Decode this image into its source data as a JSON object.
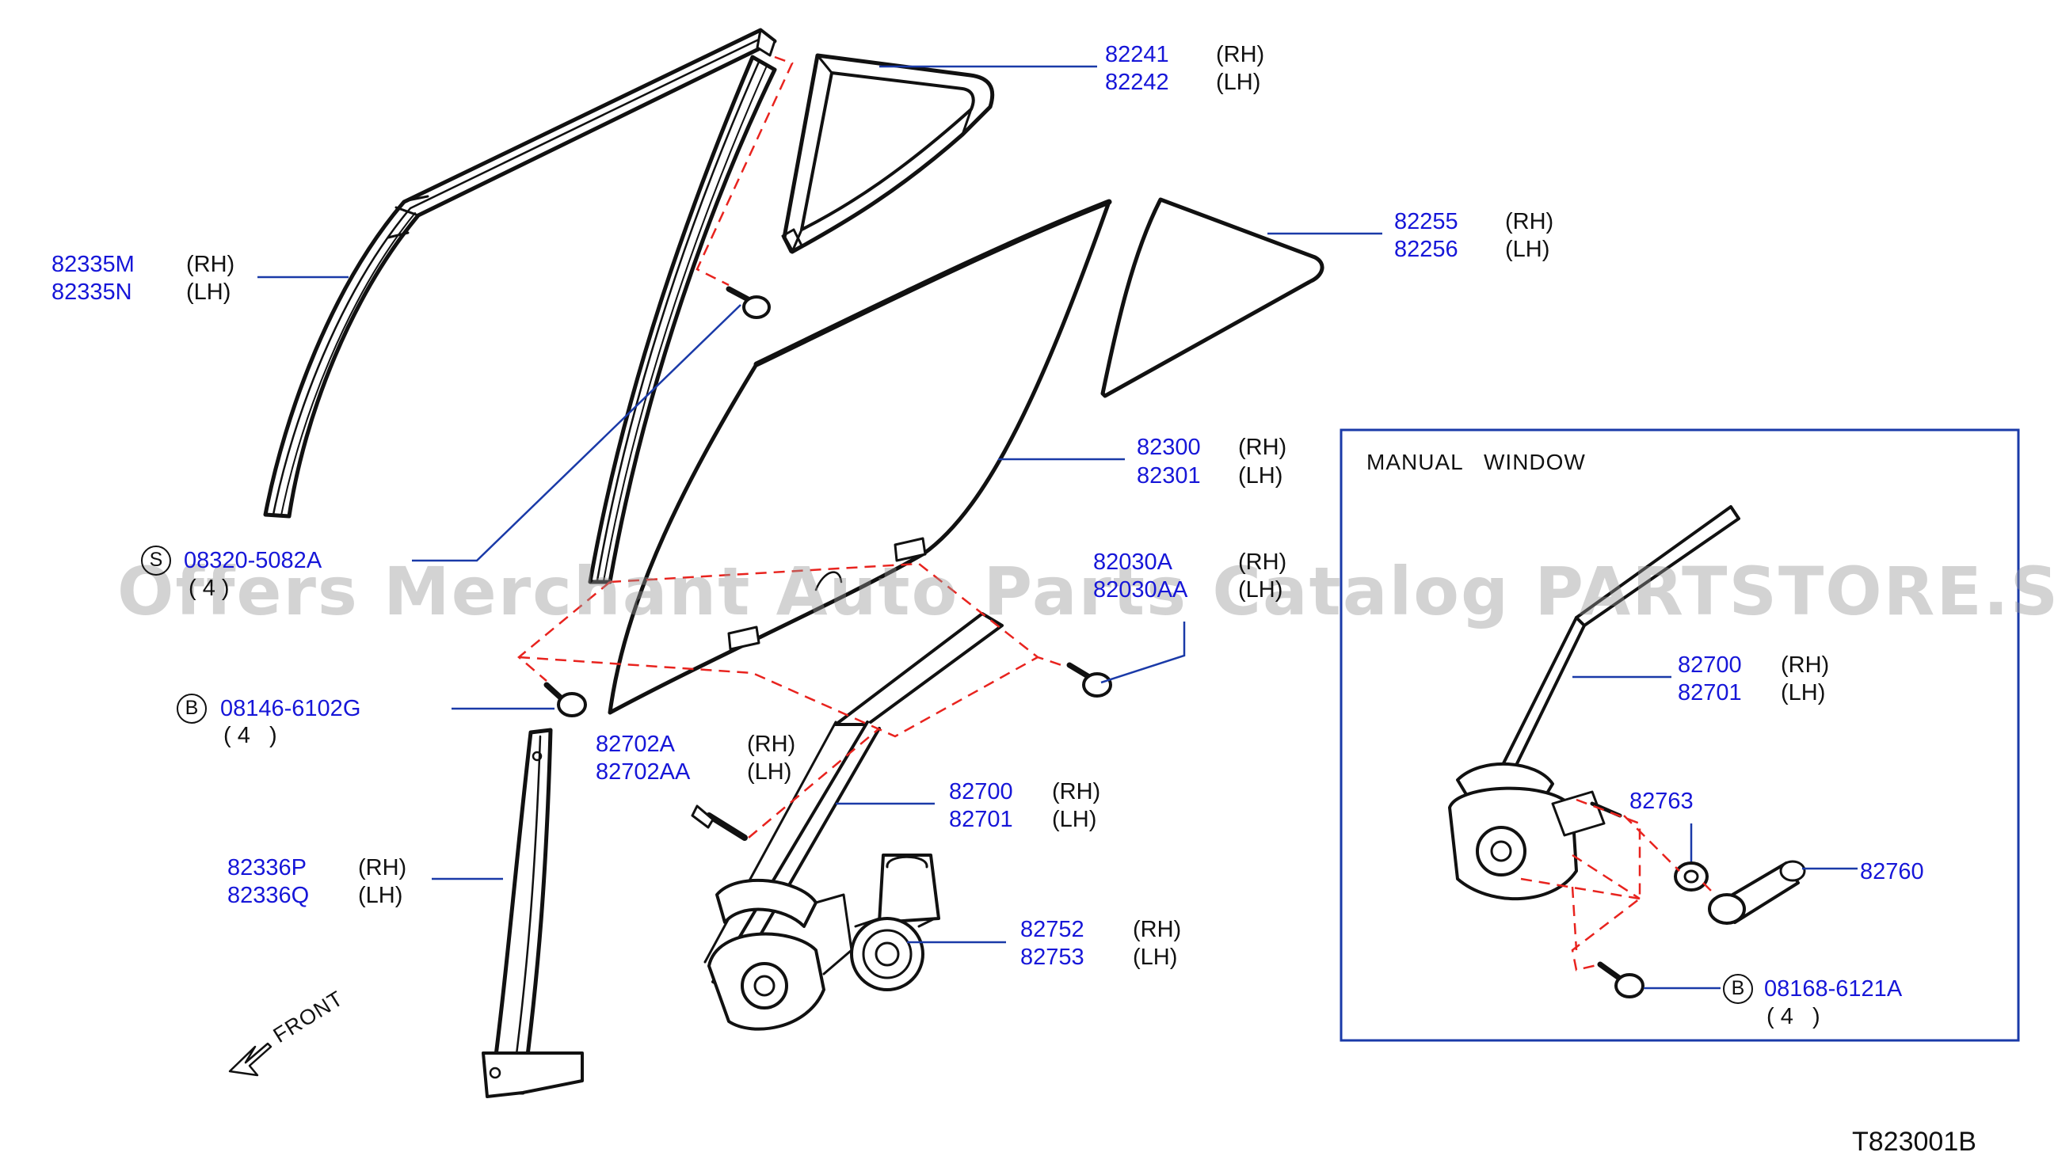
{
  "watermark": "Offers Merchant Auto Parts Catalog PARTSTORE.SA",
  "drawing_code": "T823001B",
  "front_label": "FRONT",
  "inset": {
    "title": "MANUAL   WINDOW"
  },
  "colors": {
    "part_number": "#1616d8",
    "leader": "#1a3aa8",
    "phantom": "#e8231e",
    "frame": "#1a3aa8"
  },
  "callouts": {
    "c82241": {
      "num": "82241",
      "side": "(RH)"
    },
    "c82242": {
      "num": "82242",
      "side": "(LH)"
    },
    "c82255": {
      "num": "82255",
      "side": "(RH)"
    },
    "c82256": {
      "num": "82256",
      "side": "(LH)"
    },
    "c82335M": {
      "num": "82335M",
      "side": "(RH)"
    },
    "c82335N": {
      "num": "82335N",
      "side": "(LH)"
    },
    "c82300": {
      "num": "82300",
      "side": "(RH)"
    },
    "c82301": {
      "num": "82301",
      "side": "(LH)"
    },
    "c08320": {
      "badge": "S",
      "num": "08320-5082A",
      "qty": "( 4 )"
    },
    "c82030A": {
      "num": "82030A",
      "side": "(RH)"
    },
    "c82030AA": {
      "num": "82030AA",
      "side": "(LH)"
    },
    "c08146": {
      "badge": "B",
      "num": "08146-6102G",
      "qty": "( 4   )"
    },
    "c82702A": {
      "num": "82702A",
      "side": "(RH)"
    },
    "c82702AA": {
      "num": "82702AA",
      "side": "(LH)"
    },
    "c82700": {
      "num": "82700",
      "side": "(RH)"
    },
    "c82701": {
      "num": "82701",
      "side": "(LH)"
    },
    "c82336P": {
      "num": "82336P",
      "side": "(RH)"
    },
    "c82336Q": {
      "num": "82336Q",
      "side": "(LH)"
    },
    "c82752": {
      "num": "82752",
      "side": "(RH)"
    },
    "c82753": {
      "num": "82753",
      "side": "(LH)"
    },
    "m82700": {
      "num": "82700",
      "side": "(RH)"
    },
    "m82701": {
      "num": "82701",
      "side": "(LH)"
    },
    "m82763": {
      "num": "82763"
    },
    "m82760": {
      "num": "82760"
    },
    "m08168": {
      "badge": "B",
      "num": "08168-6121A",
      "qty": "( 4   )"
    }
  }
}
